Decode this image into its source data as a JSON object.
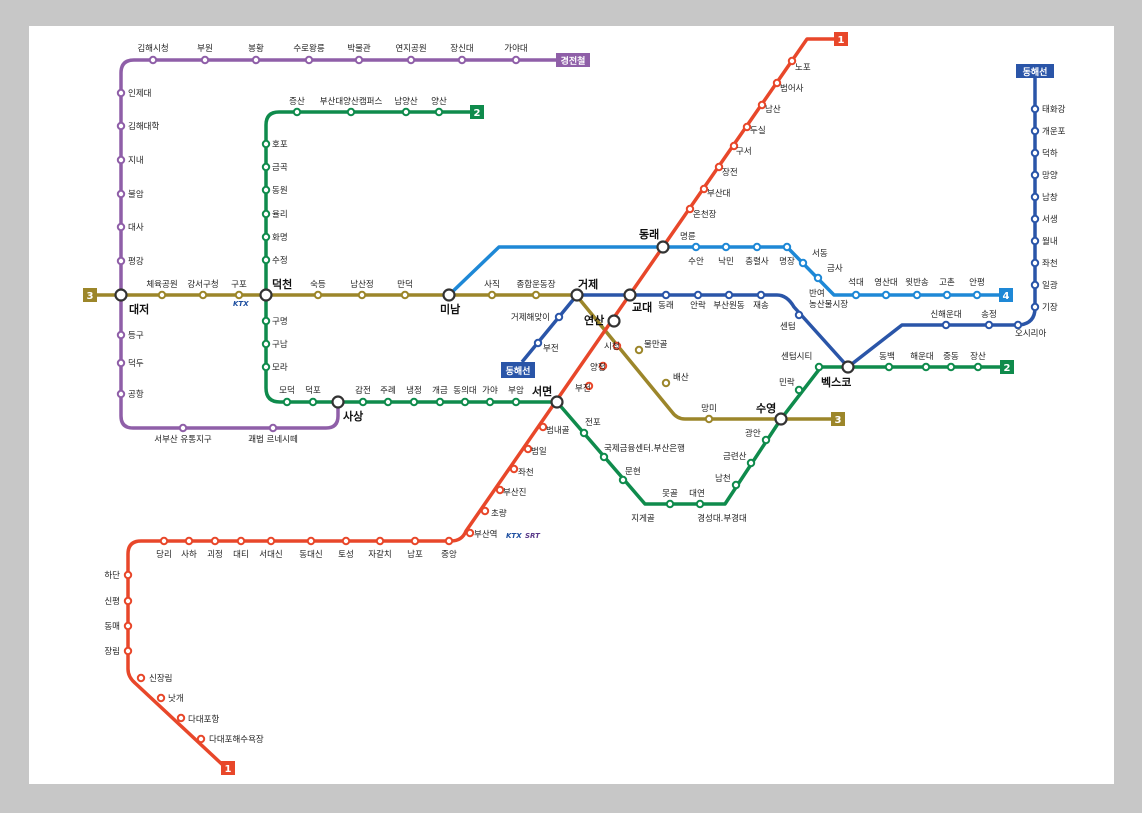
{
  "colors": {
    "line1": "#e8472a",
    "line2": "#0f8b4c",
    "line3": "#9c862a",
    "line4": "#1e88d6",
    "donghae": "#2a55a8",
    "gyeongjeon": "#8f5fa8",
    "background": "#ffffff",
    "frame": "#c7c7c7"
  },
  "badges": {
    "line1_north": "1",
    "line1_south": "1",
    "line2_east": "2",
    "line2_north": "2",
    "line3_west": "3",
    "line3_east": "3",
    "line4_east": "4",
    "donghae_north": "동해선",
    "donghae_south": "동해선",
    "gyeongjeon": "경전철"
  },
  "transfers": {
    "daejeo": "대저",
    "deokcheon": "덕천",
    "minam": "미남",
    "geoje": "거제",
    "yeonsan": "연산",
    "gyodae": "교대",
    "dongnae": "동래",
    "seomyeon": "서면",
    "sasang": "사상",
    "suyeong": "수영",
    "bexco": "벡스코"
  },
  "line1_stations": {
    "nopo": "노포",
    "beomeosa": "범어사",
    "namsan": "남산",
    "dusil": "두실",
    "guseo": "구서",
    "jangjeon": "장전",
    "busandae": "부산대",
    "oncheonjang": "온천장",
    "myeongryun": "명륜",
    "sijeong": "시청",
    "yangjeong": "양정",
    "bujeon": "부전",
    "beomnaegol": "범내골",
    "beomil": "범일",
    "jwacheon": "좌천",
    "busanjin": "부산진",
    "choryang": "초량",
    "busanyeok": "부산역",
    "jungang": "중앙",
    "nampo": "남포",
    "jagalchi": "자갈치",
    "toseong": "토성",
    "dongdaesin": "동대신",
    "seodaesin": "서대신",
    "daeti": "대티",
    "goejeong": "괴정",
    "saha": "사하",
    "dangni": "당리",
    "hadan": "하단",
    "sinpyeong": "신평",
    "dongmae": "동매",
    "jangnim": "장림",
    "sinjangnim": "신장림",
    "nakgae": "낫개",
    "dadaepohang": "다대포항",
    "dadaepobeach": "다대포해수욕장"
  },
  "line2_stations": {
    "jeungsan": "증산",
    "pnu_yangsan": "부산대양산캠퍼스",
    "namyangsan": "남양산",
    "yangsan": "양산",
    "hopo": "호포",
    "geumgok": "금곡",
    "dongwon": "동원",
    "yulli": "율리",
    "hwamyeong": "화명",
    "sujeong": "수정",
    "gumyeong": "구명",
    "gunam": "구남",
    "mora": "모라",
    "modeok": "모덕",
    "deokpo": "덕포",
    "gamjeon": "감전",
    "jurye": "주례",
    "naengjeong": "냉정",
    "gaegeum": "개금",
    "dongeui": "동의대",
    "gaya": "가야",
    "buam": "부암",
    "jeonpo": "전포",
    "bifc": "국제금융센터.부산은행",
    "munhyeon": "문현",
    "jigegol": "지게골",
    "motgol": "못골",
    "daeyeon": "대연",
    "kyungsung": "경성대.부경대",
    "namcheon": "남천",
    "geumnyeonsan": "금련산",
    "gwangan": "광안",
    "millak": "민락",
    "centumcity": "센텀시티",
    "dongbaek": "동백",
    "haeundae": "해운대",
    "jungdong": "중동",
    "jangsan": "장산"
  },
  "line3_stations": {
    "chejukgongwon": "체육공원",
    "gangseogucheong": "강서구청",
    "gupo": "구포",
    "sukdeung": "숙등",
    "namsanjeong": "남산정",
    "mandeok": "만덕",
    "sajik": "사직",
    "sports_complex": "종합운동장",
    "mulmangol": "물만골",
    "baesan": "배산",
    "mangmi": "망미"
  },
  "line4_stations": {
    "suan": "수안",
    "nangmin": "낙민",
    "chungnyeolsa": "충렬사",
    "myeongjang": "명장",
    "seodong": "서동",
    "geumsa": "금사",
    "banyeo": "반여\n농산물시장",
    "seokdae": "석대",
    "yeongsan_univ": "영산대",
    "witbansong": "윗반송",
    "gochon": "고촌",
    "allak": "안평"
  },
  "donghae_stations": {
    "taehwagang": "태화강",
    "gaeunpo": "개운포",
    "deokha": "덕하",
    "mangyang": "망양",
    "namchang": "남창",
    "seosaeng": "서생",
    "wollae": "월내",
    "jwacheon": "좌천",
    "ilgwang": "일광",
    "gijang": "기장",
    "osiria": "오시리아",
    "songjeong": "송정",
    "sinhaeundae": "신해운대",
    "centum": "센텀",
    "jaesong": "재송",
    "anrak": "안락",
    "buwon": "부산원동",
    "dongnae_dh": "동래",
    "geoje_haemaji": "거제해맞이",
    "bujin": "부전"
  },
  "gyeongjeon_stations": {
    "gimhae_city": "김해시청",
    "buwon": "부원",
    "bonghwang": "봉황",
    "suroreung": "수로왕릉",
    "museum": "박물관",
    "yeonji": "연지공원",
    "jangsindae": "장신대",
    "gayadae": "가야대",
    "inje": "인제대",
    "gimhae_univ": "김해대학",
    "jinae": "지내",
    "bulam": "불암",
    "daesa": "대사",
    "pyeonggang": "평강",
    "deunggu": "등구",
    "deokdu": "덕두",
    "airport": "공항",
    "seobusan": "서부산 유통지구",
    "gwaebeop": "괘법 르네시떼"
  },
  "rail_logos": {
    "gupo_ktx": "KTX",
    "busan_ktx": "KTX",
    "busan_srt": "SRT"
  }
}
